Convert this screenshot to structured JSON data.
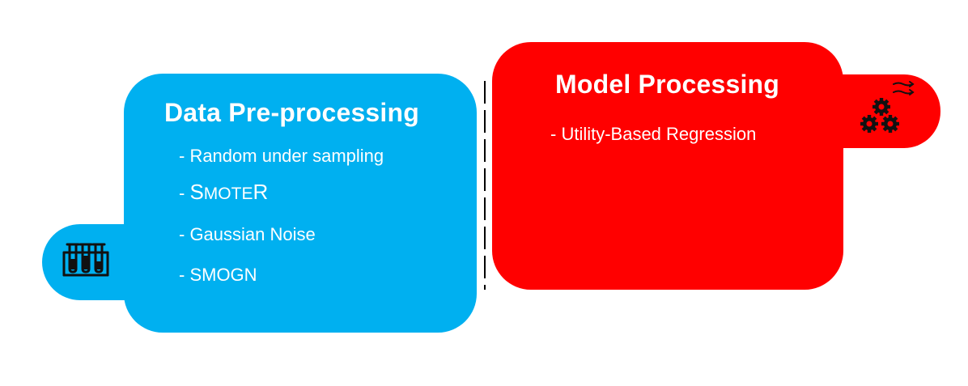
{
  "left_panel": {
    "title": "Data Pre-processing",
    "items": [
      "- Random under sampling",
      "- SmoteR",
      "- Gaussian Noise",
      "- SMOGN"
    ],
    "smoter": {
      "prefix": "- ",
      "s": "S",
      "mote": "MOTE",
      "r": "R"
    },
    "icon": "test-tubes-rack-icon",
    "color": "#00B0F0"
  },
  "right_panel": {
    "title": "Model Processing",
    "items": [
      "- Utility-Based Regression"
    ],
    "icon": "gears-icon",
    "color": "#FF0000"
  },
  "divider": {
    "style": "dashed",
    "color": "#000000"
  }
}
